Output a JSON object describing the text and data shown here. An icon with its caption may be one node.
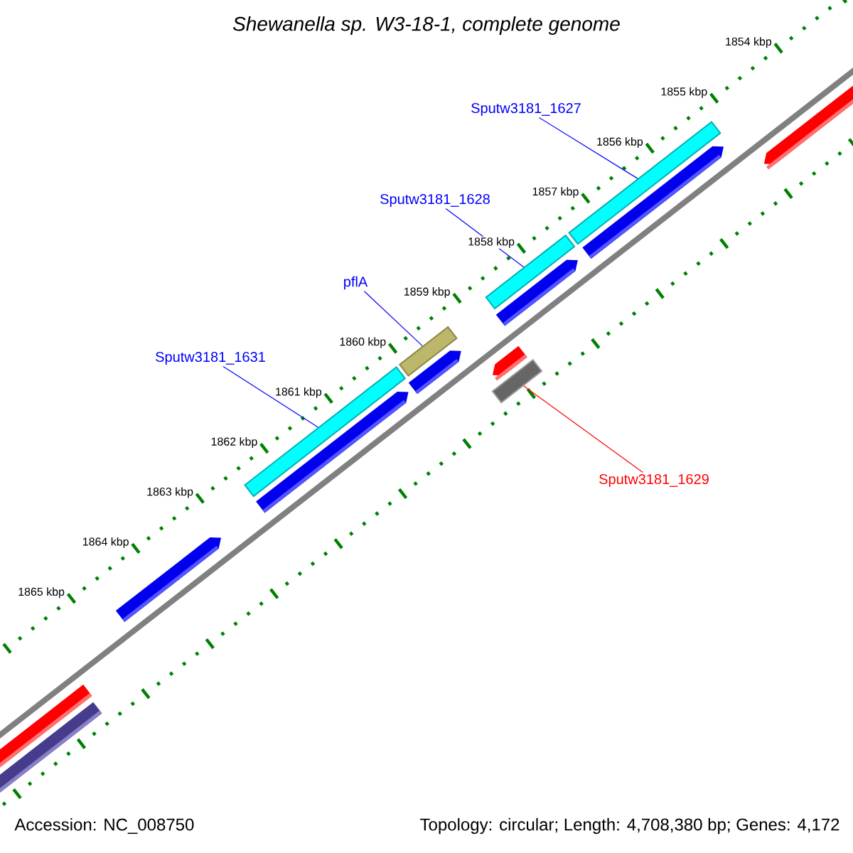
{
  "diagram": {
    "title": "Shewanella sp. W3-18-1, complete genome",
    "nodes": [
      {
        "text": [
          "Sputw3181_1627"
        ]
      },
      {
        "text": [],
        "shape": "bar"
      },
      {
        "text": [
          "Sputw3181_1628"
        ]
      },
      {
        "text": [],
        "shape": "bar"
      },
      {
        "text": [
          "pflA"
        ]
      },
      {
        "text": [],
        "shape": "bar"
      },
      {
        "text": [
          "Sputw3181_1631"
        ]
      },
      {
        "text": [],
        "shape": "bar"
      },
      {
        "text": [
          "Sputw3181_1629"
        ]
      },
      {
        "text": [],
        "shape": "bar"
      }
    ],
    "edges": [
      {
        "from": 0,
        "to": 1,
        "arrow": "none"
      },
      {
        "from": 2,
        "to": 3,
        "arrow": "none"
      },
      {
        "from": 4,
        "to": 5,
        "arrow": "none"
      },
      {
        "from": 6,
        "to": 7,
        "arrow": "none"
      },
      {
        "from": 8,
        "to": 9,
        "arrow": "none",
        "color": "#ff0000"
      }
    ],
    "labels": [
      "1854 kbp",
      "1855 kbp",
      "1856 kbp",
      "1857 kbp",
      "1858 kbp",
      "1859 kbp",
      "1860 kbp",
      "1861 kbp",
      "1862 kbp",
      "1863 kbp",
      "1864 kbp",
      "1865 kbp",
      "Accession: NC_008750",
      "Topology: circular; Length: 4,708,380 bp; Genes: 4,172"
    ]
  }
}
